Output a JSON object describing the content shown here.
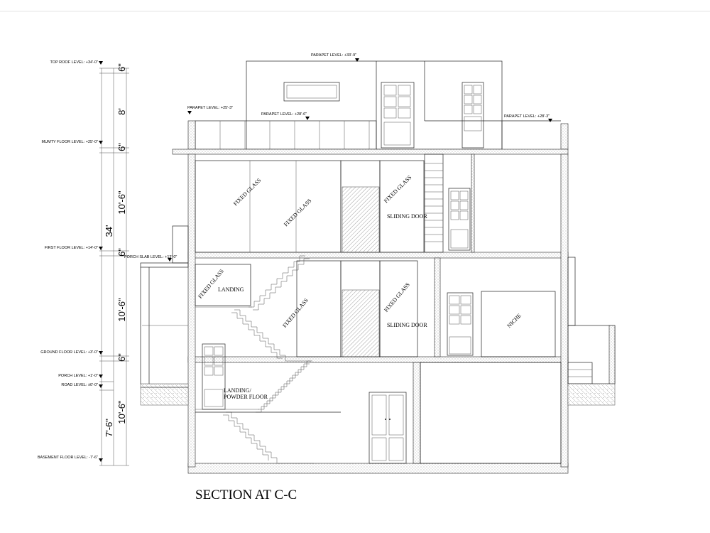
{
  "levels": {
    "top_roof": "TOP ROOF LEVEL: +34'-0\"",
    "mumty_floor": "MUMTY FLOOR LEVEL: +25'-0\"",
    "first_floor": "FIRST FLOOR LEVEL: +14'-0\"",
    "porch_slab": "PORCH SLAB LEVEL: +13'-0\"",
    "ground_floor": "GROUND FLOOR LEVEL: +3'-0\"",
    "porch": "PORCH LEVEL: +1'-0\"",
    "road": "ROAD LEVEL: ±0'-0\"",
    "basement_floor": "BASEMENT FLOOR LEVEL: -7'-6\""
  },
  "parapets": {
    "top": "PARAPET LEVEL: +33'-9\"",
    "left": "PARAPET LEVEL: +25'-3\"",
    "mid": "PARAPET LEVEL: +28'-6\"",
    "right": "PARAPET LEVEL: +28'-3\""
  },
  "dimensions": {
    "d_top_6": "6\"",
    "d_8": "8'",
    "d_mumty_6": "6\"",
    "d_ff_10_6": "10'-6\"",
    "d_total_34": "34'",
    "d_ff_6": "6\"",
    "d_gf_10_6": "10'-6\"",
    "d_gf_6": "6\"",
    "d_bs_10_6": "10'-6\"",
    "d_7_6": "7'-6\""
  },
  "rooms": {
    "fixed_glass_1": "FIXED GLASS",
    "fixed_glass_2": "FIXED GLASS",
    "fixed_glass_3": "FIXED GLASS",
    "sliding_door_1": "SLIDING DOOR",
    "fixed_glass_4": "FIXED GLASS",
    "landing": "LANDING",
    "fixed_glass_5": "FIXED GLASS",
    "fixed_glass_6": "FIXED GLASS",
    "sliding_door_2": "SLIDING DOOR",
    "niche": "NICHE",
    "landing_powder_1": "LANDING/",
    "landing_powder_2": "POWDER FLOOR"
  },
  "title": "SECTION AT C-C"
}
